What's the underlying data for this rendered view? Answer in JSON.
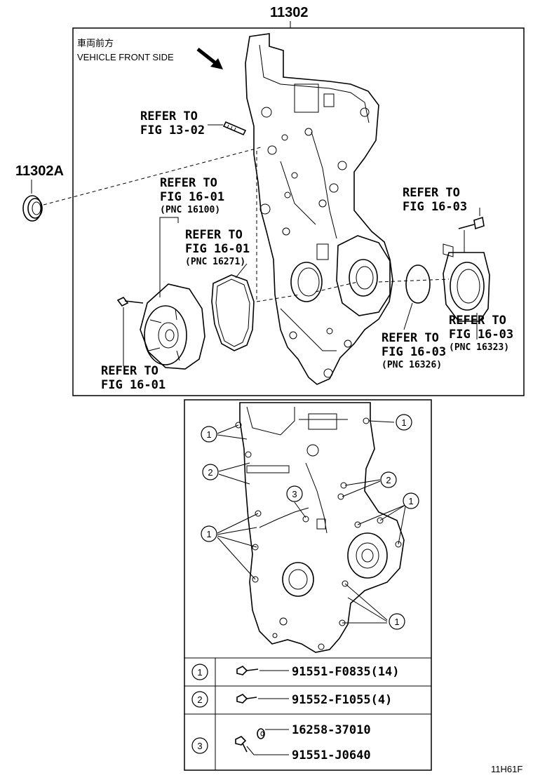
{
  "top_part_number": "11302",
  "seal_part_number": "11302A",
  "front_note": {
    "japanese": "車両前方",
    "english": "VEHICLE FRONT SIDE"
  },
  "refs": [
    {
      "line1": "REFER TO",
      "line2": "FIG 13-02",
      "pnc": ""
    },
    {
      "line1": "REFER TO",
      "line2": "FIG 16-01",
      "pnc": "(PNC 16100)"
    },
    {
      "line1": "REFER TO",
      "line2": "FIG 16-01",
      "pnc": "(PNC 16271)"
    },
    {
      "line1": "REFER TO",
      "line2": "FIG 16-01",
      "pnc": ""
    },
    {
      "line1": "REFER TO",
      "line2": "FIG 16-03",
      "pnc": ""
    },
    {
      "line1": "REFER TO",
      "line2": "FIG 16-03",
      "pnc": "(PNC 16323)"
    },
    {
      "line1": "REFER TO",
      "line2": "FIG 16-03",
      "pnc": "(PNC 16326)"
    }
  ],
  "callouts": [
    "1",
    "2",
    "3"
  ],
  "legend": [
    {
      "num": "1",
      "parts": [
        "91551-F0835(14)"
      ]
    },
    {
      "num": "2",
      "parts": [
        "91552-F1055(4)"
      ]
    },
    {
      "num": "3",
      "parts": [
        "16258-37010",
        "91551-J0640"
      ]
    }
  ],
  "diagram_code": "11H61F"
}
